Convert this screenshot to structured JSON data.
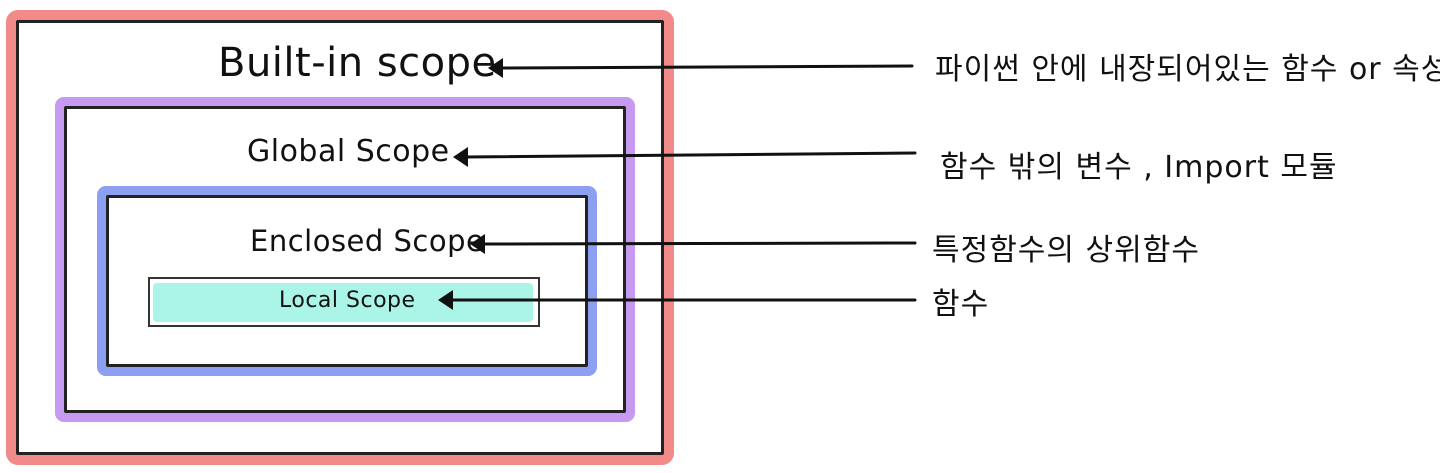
{
  "scopes": {
    "builtin": {
      "label": "Built-in scope",
      "description": "파이썬 안에 내장되어있는 함수 or 속성",
      "color": "#f28a8a"
    },
    "global": {
      "label": "Global Scope",
      "description": "함수 밖의 변수 , Import 모듈",
      "color": "#c69af0"
    },
    "enclosed": {
      "label": "Enclosed Scope",
      "description": "특정함수의 상위함수",
      "color": "#8d9ff0"
    },
    "local": {
      "label": "Local Scope",
      "description": "함수",
      "color": "#aaf4e8"
    }
  }
}
